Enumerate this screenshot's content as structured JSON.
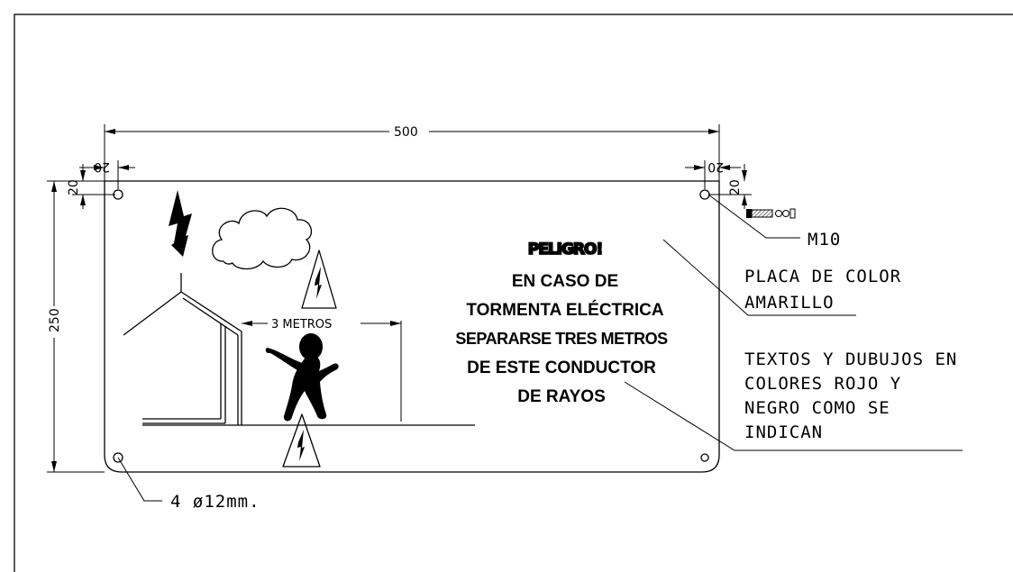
{
  "dimensions": {
    "width": "500",
    "height": "250",
    "edge_left_h": "20",
    "edge_left_v": "20",
    "edge_right_h": "20",
    "edge_right_v": "20",
    "distance": "3 METROS"
  },
  "sign_text": {
    "heading": "PELIGRO!",
    "line1": "EN CASO DE",
    "line2": "TORMENTA ELÉCTRICA",
    "line3": "SEPARARSE TRES METROS",
    "line4": "DE  ESTE CONDUCTOR",
    "line5": "DE RAYOS"
  },
  "notes": {
    "bolt": "M10",
    "holes": "4  ø12mm.",
    "plate_line1": "PLACA DE COLOR",
    "plate_line2": "AMARILLO",
    "text_line1": "TEXTOS Y DUBUJOS EN",
    "text_line2": "COLORES ROJO Y",
    "text_line3": "NEGRO COMO SE",
    "text_line4": "INDICAN"
  },
  "colors": {
    "ink": "#000000",
    "background": "#ffffff"
  }
}
